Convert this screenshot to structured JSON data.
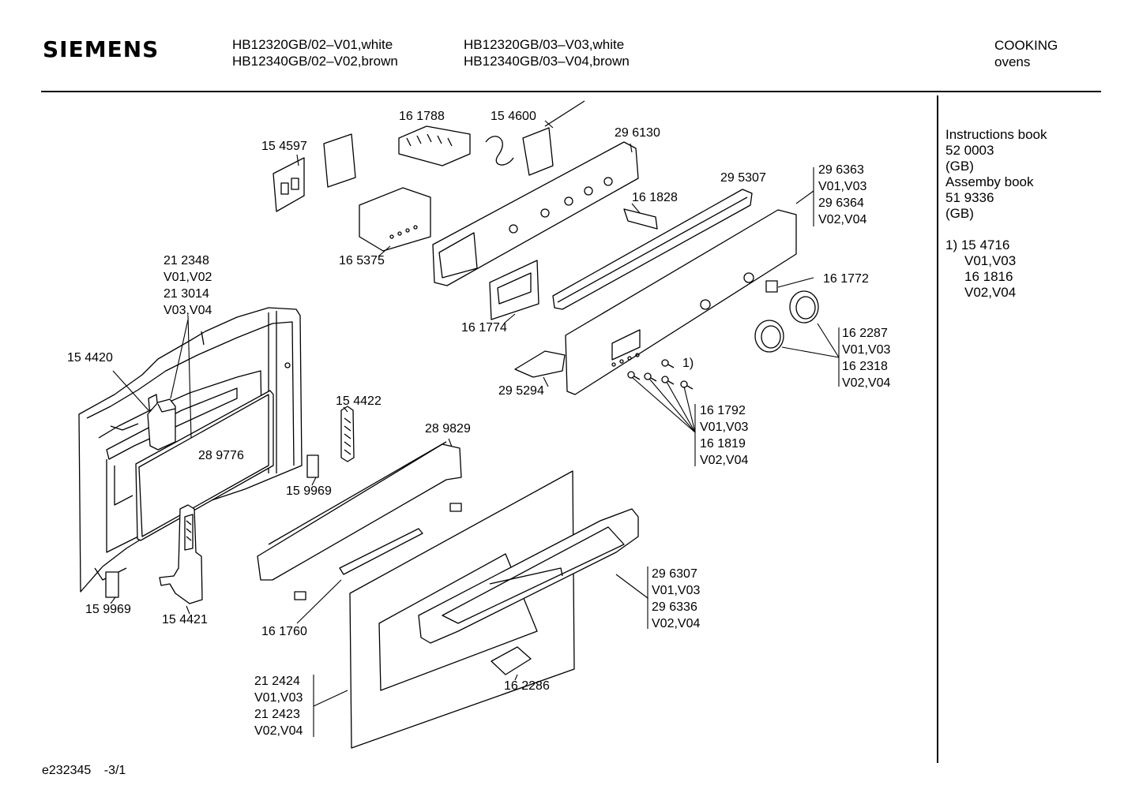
{
  "header": {
    "brand": "SIEMENS",
    "models_col1": [
      "HB12320GB/02–V01,white",
      "HB12340GB/02–V02,brown"
    ],
    "models_col2": [
      "HB12320GB/03–V03,white",
      "HB12340GB/03–V04,brown"
    ],
    "category": [
      "COOKING",
      "ovens"
    ]
  },
  "sidebar": {
    "lines": [
      "Instructions book",
      "52 0003",
      "(GB)",
      "Assemby book",
      "51 9336",
      "(GB)"
    ],
    "note_lines": [
      "1) 15 4716",
      "V01,V03",
      "16 1816",
      "V02,V04"
    ]
  },
  "footer": {
    "code": "e232345",
    "page": "-3/1"
  },
  "parts": {
    "p161788": "16 1788",
    "p154600": "15 4600",
    "p296130": "29 6130",
    "p154597": "15 4597",
    "p295307": "29 5307",
    "p296363_group": [
      "29 6363",
      "V01,V03",
      "29 6364",
      "V02,V04"
    ],
    "p161828": "16 1828",
    "p165375": "16 5375",
    "p212348_group": [
      "21 2348",
      "V01,V02",
      "21 3014",
      "V03,V04"
    ],
    "p161772": "16 1772",
    "p161774": "16 1774",
    "p162287_group": [
      "16 2287",
      "V01,V03",
      "16 2318",
      "V02,V04"
    ],
    "p154420": "15 4420",
    "note1": "1)",
    "p295294": "29 5294",
    "p154422": "15 4422",
    "p161792_group": [
      "16 1792",
      "V01,V03",
      "16 1819",
      "V02,V04"
    ],
    "p289829": "28 9829",
    "p289776": "28 9776",
    "p159969a": "15 9969",
    "p296307_group": [
      "29 6307",
      "V01,V03",
      "29 6336",
      "V02,V04"
    ],
    "p159969b": "15 9969",
    "p154421": "15 4421",
    "p161760": "16 1760",
    "p162286": "16 2286",
    "p212424_group": [
      "21 2424",
      "V01,V03",
      "21 2423",
      "V02,V04"
    ]
  }
}
